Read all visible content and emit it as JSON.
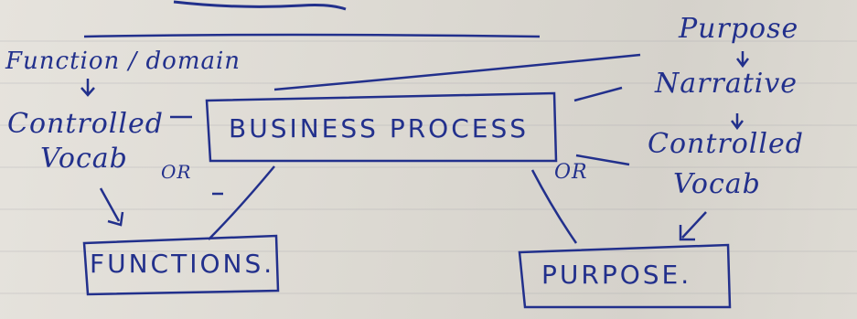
{
  "diagram": {
    "left_note": {
      "line1": "Function / domain",
      "line2": "Controlled",
      "line3": "Vocab"
    },
    "center_box": "BUSINESS PROCESS",
    "right_note": {
      "line1": "Purpose",
      "line2": "Narrative",
      "line3": "Controlled",
      "line4": "Vocab"
    },
    "or_left": "OR",
    "or_right": "OR",
    "left_leaf": "FUNCTIONS.",
    "right_leaf": "PURPOSE.",
    "ink_color": "#22308c"
  }
}
